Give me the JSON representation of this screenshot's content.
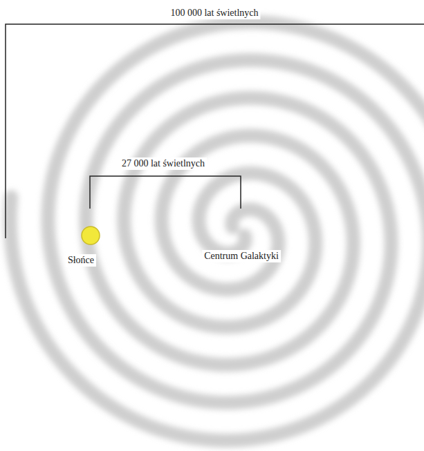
{
  "diagram": {
    "labels": [
      "100 000 lat świetlnych",
      "27 000 lat świetlnych",
      "Słońce",
      "Centrum Galaktyki"
    ]
  }
}
